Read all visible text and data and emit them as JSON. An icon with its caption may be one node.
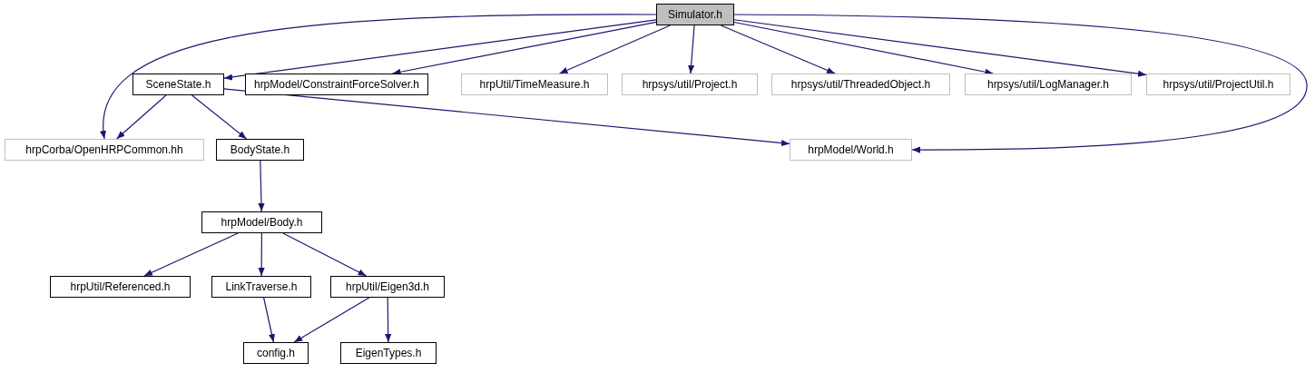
{
  "diagram": {
    "nodes": [
      {
        "text": [
          "Simulator.h"
        ]
      },
      {
        "text": [
          "SceneState.h"
        ]
      },
      {
        "text": [
          "hrpModel/ConstraintForceSolver.h"
        ]
      },
      {
        "text": [
          "hrpUtil/TimeMeasure.h"
        ]
      },
      {
        "text": [
          "hrpsys/util/Project.h"
        ]
      },
      {
        "text": [
          "hrpsys/util/ThreadedObject.h"
        ]
      },
      {
        "text": [
          "hrpsys/util/LogManager.h"
        ]
      },
      {
        "text": [
          "hrpsys/util/ProjectUtil.h"
        ]
      },
      {
        "text": [
          "hrpCorba/OpenHRPCommon.hh"
        ]
      },
      {
        "text": [
          "BodyState.h"
        ]
      },
      {
        "text": [
          "hrpModel/World.h"
        ]
      },
      {
        "text": [
          "hrpModel/Body.h"
        ]
      },
      {
        "text": [
          "hrpUtil/Referenced.h"
        ]
      },
      {
        "text": [
          "LinkTraverse.h"
        ]
      },
      {
        "text": [
          "hrpUtil/Eigen3d.h"
        ]
      },
      {
        "text": [
          "config.h"
        ]
      },
      {
        "text": [
          "EigenTypes.h"
        ]
      }
    ],
    "edges": [
      {
        "from": 0,
        "to": 1,
        "arrow": "to"
      },
      {
        "from": 0,
        "to": 8,
        "arrow": "to"
      },
      {
        "from": 0,
        "to": 2,
        "arrow": "to"
      },
      {
        "from": 0,
        "to": 3,
        "arrow": "to"
      },
      {
        "from": 0,
        "to": 4,
        "arrow": "to"
      },
      {
        "from": 0,
        "to": 5,
        "arrow": "to"
      },
      {
        "from": 0,
        "to": 6,
        "arrow": "to"
      },
      {
        "from": 0,
        "to": 7,
        "arrow": "to"
      },
      {
        "from": 0,
        "to": 10,
        "arrow": "to"
      },
      {
        "from": 1,
        "to": 8,
        "arrow": "to"
      },
      {
        "from": 1,
        "to": 9,
        "arrow": "to"
      },
      {
        "from": 1,
        "to": 10,
        "arrow": "to"
      },
      {
        "from": 9,
        "to": 11,
        "arrow": "to"
      },
      {
        "from": 11,
        "to": 12,
        "arrow": "to"
      },
      {
        "from": 11,
        "to": 13,
        "arrow": "to"
      },
      {
        "from": 11,
        "to": 14,
        "arrow": "to"
      },
      {
        "from": 13,
        "to": 15,
        "arrow": "to"
      },
      {
        "from": 14,
        "to": 15,
        "arrow": "to"
      },
      {
        "from": 14,
        "to": 16,
        "arrow": "to"
      }
    ]
  }
}
